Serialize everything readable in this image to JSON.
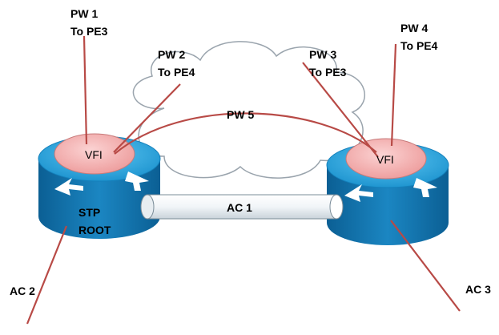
{
  "colors": {
    "wire": "#b84a46",
    "router_top": "#2aa3dc",
    "router_side": "#0f6fa6",
    "vfi_fill": "#f4b8b8",
    "cloud_fill": "#ffffff",
    "cloud_stroke": "#9aa4ad"
  },
  "pseudowires": {
    "pw1": {
      "line1": "PW 1",
      "line2": "To PE3"
    },
    "pw2": {
      "line1": "PW 2",
      "line2": "To PE4"
    },
    "pw3": {
      "line1": "PW 3",
      "line2": "To PE3"
    },
    "pw4": {
      "line1": "PW 4",
      "line2": "To PE4"
    },
    "pw5": {
      "label": "PW 5"
    }
  },
  "routers": {
    "left": {
      "vfi_label": "VFI",
      "role_line1": "STP",
      "role_line2": "ROOT"
    },
    "right": {
      "vfi_label": "VFI"
    }
  },
  "attachment_circuits": {
    "ac1": "AC 1",
    "ac2": "AC 2",
    "ac3": "AC 3"
  }
}
